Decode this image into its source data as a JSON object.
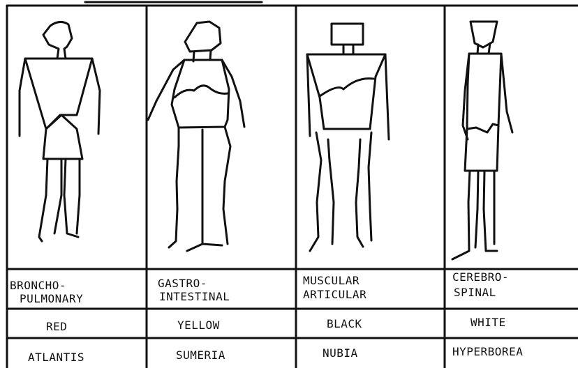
{
  "columns": [
    {
      "name": [
        "BRONCHO-",
        "PULMONARY"
      ],
      "color": "RED",
      "region": "ATLANTIS"
    },
    {
      "name": [
        "GASTRO-",
        "INTESTINAL"
      ],
      "color": "YELLOW",
      "region": "SUMERIA"
    },
    {
      "name": [
        "MUSCULAR",
        "ARTICULAR"
      ],
      "color": "BLACK",
      "region": "NUBIA"
    },
    {
      "name": [
        "CEREBRO-",
        "SPINAL"
      ],
      "color": "WHITE",
      "region": "HYPERBOREA"
    }
  ]
}
